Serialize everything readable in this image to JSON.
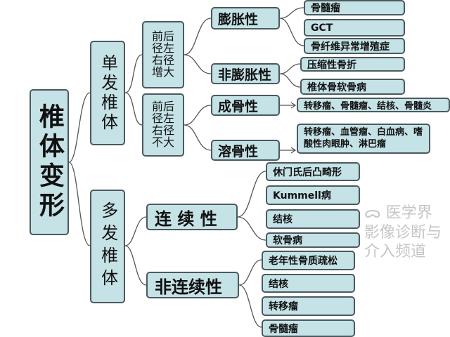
{
  "root": "椎体变形",
  "single": {
    "label": "单发椎体",
    "groups": [
      {
        "label": "前后径左右径增大",
        "children": [
          {
            "label": "膨胀性",
            "items": [
              "骨髓瘤",
              "GCT",
              "骨纤维异常增殖症"
            ]
          },
          {
            "label": "非膨胀性",
            "items": [
              "压缩性骨折",
              "椎体骨软骨病"
            ]
          }
        ]
      },
      {
        "label": "前后径左右径不大",
        "children": [
          {
            "label": "成骨性",
            "items": [
              "转移瘤、骨髓瘤、结核、骨髓炎"
            ]
          },
          {
            "label": "溶骨性",
            "items": [
              "转移瘤、血管瘤、白血病、嗜酸性肉眼肿、淋巴瘤"
            ]
          }
        ]
      }
    ]
  },
  "multiple": {
    "label": "多发椎体",
    "children": [
      {
        "label": "连 续 性",
        "items": [
          "休门氏后凸畸形",
          "Kummell病",
          "结核",
          "软骨病"
        ]
      },
      {
        "label": "非连续性",
        "items": [
          "老年性骨质疏松",
          "结核",
          "转移瘤",
          "骨髓瘤"
        ]
      }
    ]
  },
  "watermark": "医学界影像诊断与介入频道",
  "colors": {
    "box_fill": "#c5e2e6",
    "border": "#4a5a5e"
  }
}
